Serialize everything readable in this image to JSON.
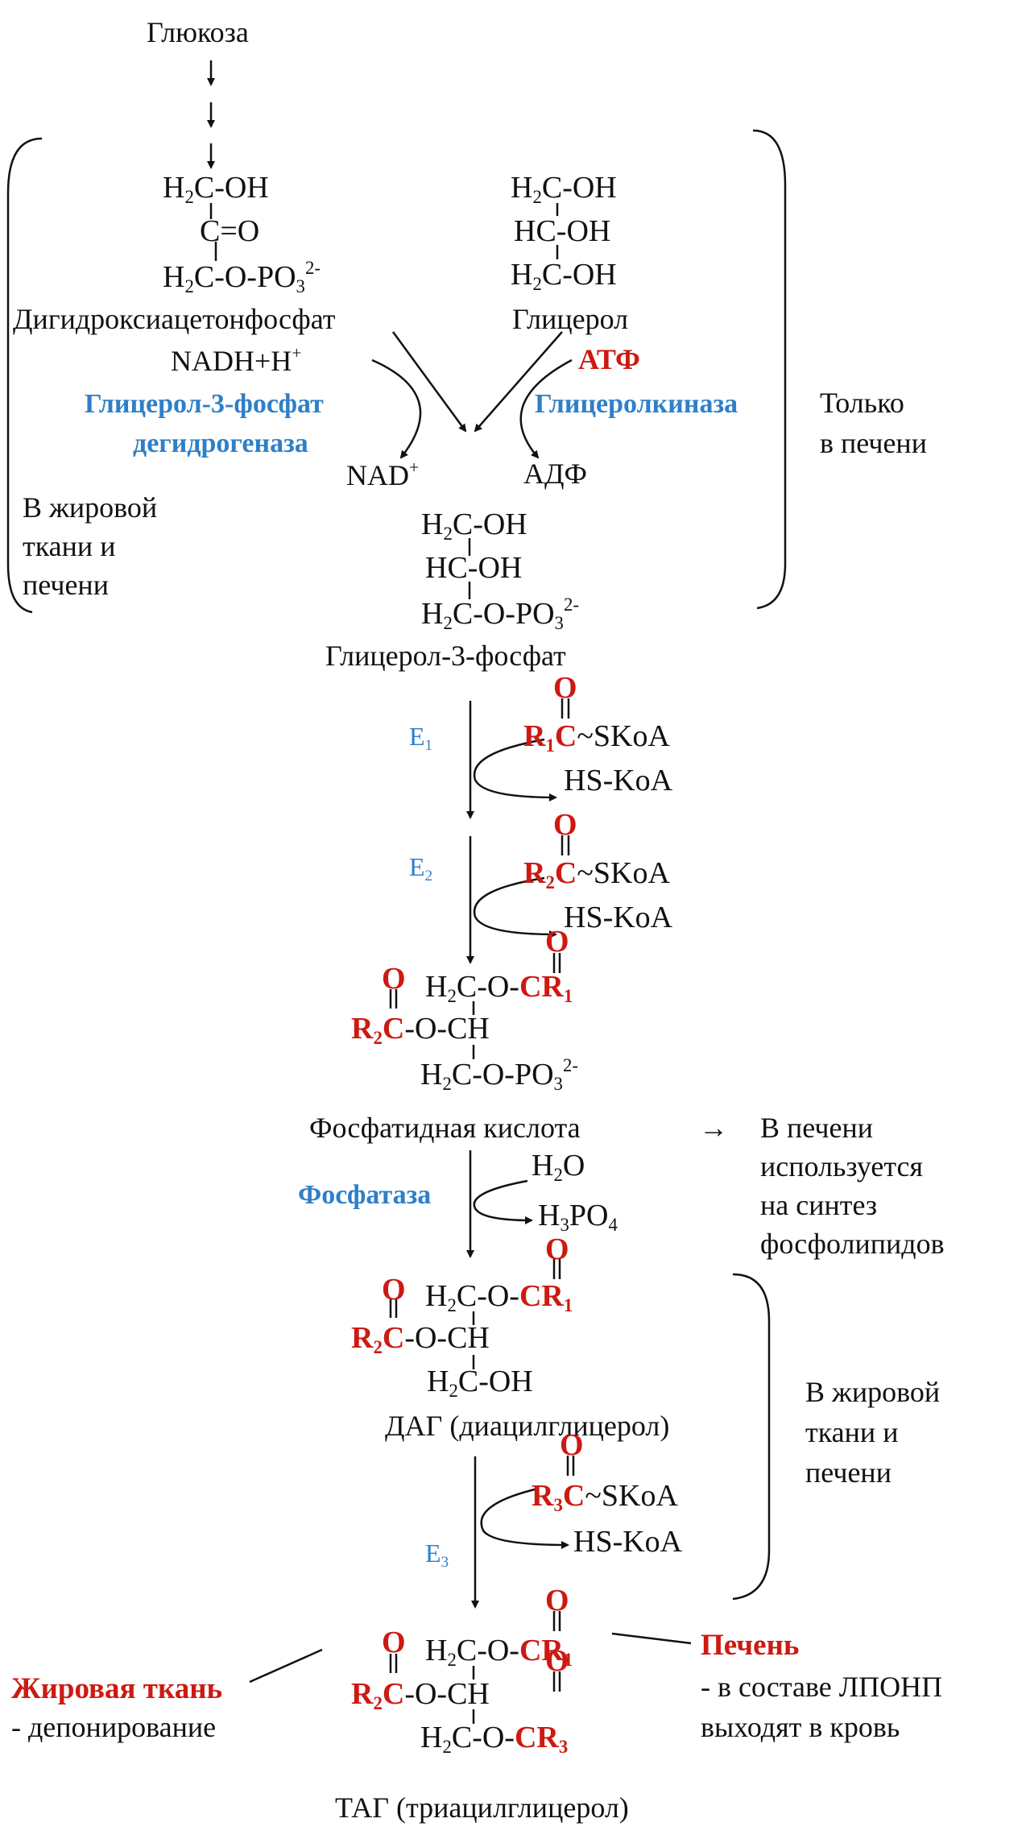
{
  "colors": {
    "text": "#111111",
    "enzyme": "#2f7fc8",
    "acyl": "#cc1a12"
  },
  "labels": {
    "glucose": "Глюкоза",
    "dhap": "Дигидроксиацетонфосфат",
    "glycerol": "Глицерол",
    "nadh": "NADH+H",
    "nad": "NAD",
    "atp": "АТФ",
    "adp": "АДФ",
    "g3p_dehydrogenase_1": "Глицерол-3-фосфат",
    "g3p_dehydrogenase_2": "дегидрогеназа",
    "glycerol_kinase": "Глицеролкиназа",
    "only_liver_1": "Только",
    "only_liver_2": "в печени",
    "adipose_liver_1": "В жировой",
    "adipose_liver_2": "ткани и",
    "adipose_liver_3": "печени",
    "g3p": "Глицерол-3-фосфат",
    "e1": "E",
    "e2": "E",
    "e3": "E",
    "skoa": "~SKoA",
    "hs_koa": "HS-KoA",
    "phosphatidic_acid": "Фосфатидная кислота",
    "arrow_right": "→",
    "liver_use_1": "В печени",
    "liver_use_2": "используется",
    "liver_use_3": "на синтез",
    "liver_use_4": "фосфолипидов",
    "phosphatase": "Фосфатаза",
    "h2o": "H",
    "h3po4": "H",
    "dag": "ДАГ (диацилглицерол)",
    "adipose_liver2_1": "В жировой",
    "adipose_liver2_2": "ткани и",
    "adipose_liver2_3": "печени",
    "adipose_tissue": "Жировая ткань",
    "deposition": "- депонирование",
    "liver": "Печень",
    "liver_vldl_1": "- в составе ЛПОНП",
    "liver_vldl_2": "выходят в кровь",
    "tag": "ТАГ (триацилглицерол)"
  }
}
